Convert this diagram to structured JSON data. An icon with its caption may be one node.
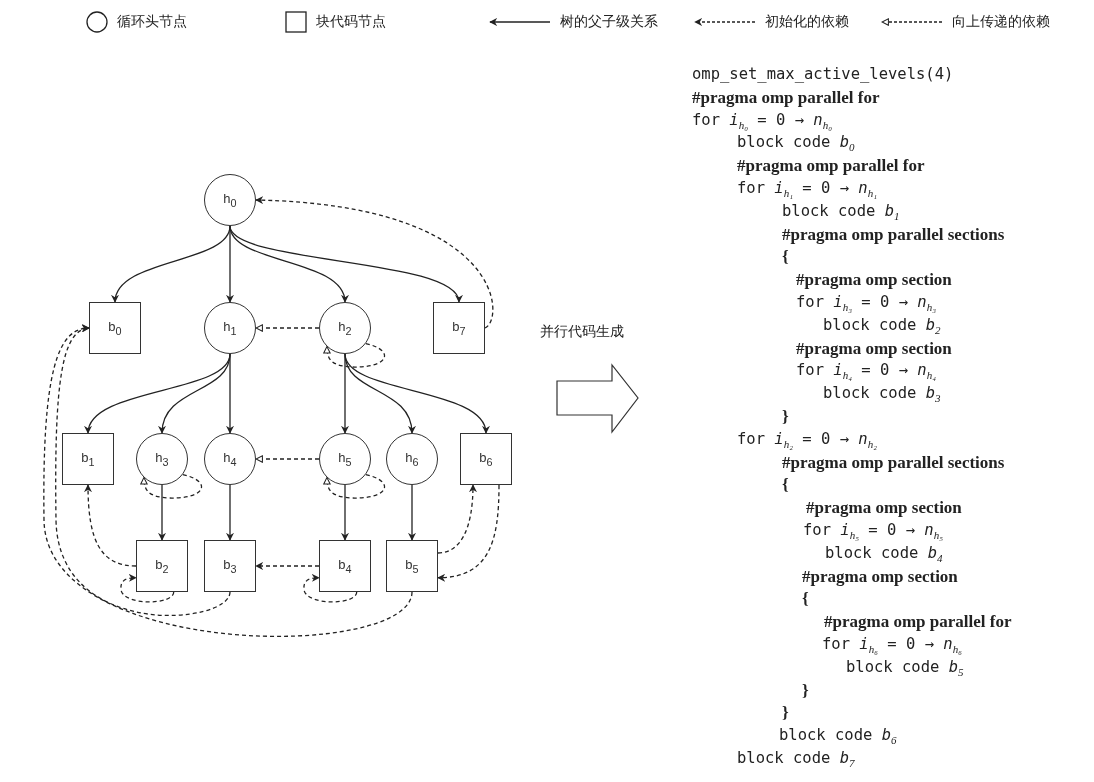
{
  "diagram": {
    "nodes": [
      {
        "text": [
          "h$_{0}$"
        ]
      },
      {
        "text": [
          "b$_{0}$"
        ]
      },
      {
        "text": [
          "h$_{1}$"
        ]
      },
      {
        "text": [
          "h$_{2}$"
        ]
      },
      {
        "text": [
          "b$_{7}$"
        ]
      },
      {
        "text": [
          "b$_{1}$"
        ]
      },
      {
        "text": [
          "h$_{3}$"
        ]
      },
      {
        "text": [
          "h$_{4}$"
        ]
      },
      {
        "text": [
          "h$_{5}$"
        ]
      },
      {
        "text": [
          "h$_{6}$"
        ]
      },
      {
        "text": [
          "b$_{6}$"
        ]
      },
      {
        "text": [
          "b$_{2}$"
        ]
      },
      {
        "text": [
          "b$_{3}$"
        ]
      },
      {
        "text": [
          "b$_{4}$"
        ]
      },
      {
        "text": [
          "b$_{5}$"
        ]
      }
    ],
    "edges": [
      {
        "from": 0,
        "to": 1,
        "arrow": "to"
      },
      {
        "from": 0,
        "to": 2,
        "arrow": "to"
      },
      {
        "from": 0,
        "to": 3,
        "arrow": "to"
      },
      {
        "from": 0,
        "to": 4,
        "arrow": "to"
      },
      {
        "from": 2,
        "to": 5,
        "arrow": "to"
      },
      {
        "from": 2,
        "to": 6,
        "arrow": "to"
      },
      {
        "from": 2,
        "to": 7,
        "arrow": "to"
      },
      {
        "from": 3,
        "to": 8,
        "arrow": "to"
      },
      {
        "from": 3,
        "to": 9,
        "arrow": "to"
      },
      {
        "from": 3,
        "to": 10,
        "arrow": "to"
      },
      {
        "from": 6,
        "to": 11,
        "arrow": "to"
      },
      {
        "from": 7,
        "to": 12,
        "arrow": "to"
      },
      {
        "from": 8,
        "to": 13,
        "arrow": "to"
      },
      {
        "from": 9,
        "to": 14,
        "arrow": "to"
      },
      {
        "from": 4,
        "to": 0,
        "arrow": "to",
        "style": "dashed"
      },
      {
        "from": 3,
        "to": 2,
        "arrow": "to",
        "style": "dashed"
      },
      {
        "from": 3,
        "to": 3,
        "arrow": "to",
        "style": "dashed"
      },
      {
        "from": 6,
        "to": 6,
        "arrow": "to",
        "style": "dashed"
      },
      {
        "from": 8,
        "to": 7,
        "arrow": "to",
        "style": "dashed"
      },
      {
        "from": 8,
        "to": 8,
        "arrow": "to",
        "style": "dashed"
      },
      {
        "from": 11,
        "to": 5,
        "arrow": "to",
        "style": "dashed"
      },
      {
        "from": 11,
        "to": 11,
        "arrow": "to",
        "style": "dashed"
      },
      {
        "from": 12,
        "to": 1,
        "arrow": "to",
        "style": "dashed"
      },
      {
        "from": 13,
        "to": 12,
        "arrow": "to",
        "style": "dashed"
      },
      {
        "from": 13,
        "to": 13,
        "arrow": "to",
        "style": "dashed"
      },
      {
        "from": 14,
        "to": 10,
        "arrow": "to",
        "style": "dashed"
      },
      {
        "from": 10,
        "to": 14,
        "arrow": "to",
        "style": "dashed"
      },
      {
        "from": 14,
        "to": 1,
        "arrow": "to",
        "style": "dashed"
      }
    ],
    "labels": [
      "并行代码生成",
      "omp_set_max_active_levels(4)",
      "#pragma omp parallel for",
      "for *i*$_{h₀}$ = 0 → *n*$_{h₀}$",
      "block code *b*$_{0}$",
      "#pragma omp parallel for",
      "for *i*$_{h₁}$ = 0 → *n*$_{h₁}$",
      "block code *b*$_{1}$",
      "#pragma omp parallel sections",
      "{",
      "#pragma omp section",
      "for *i*$_{h₃}$ = 0 → *n*$_{h₃}$",
      "block code *b*$_{2}$",
      "#pragma omp section",
      "for *i*$_{h₄}$ = 0 → *n*$_{h₄}$",
      "block code *b*$_{3}$",
      "}",
      "for *i*$_{h₂}$ = 0 → *n*$_{h₂}$",
      "#pragma omp parallel sections",
      "{",
      "#pragma omp section",
      "for *i*$_{h₅}$ = 0 → *n*$_{h₅}$",
      "block code *b*$_{4}$",
      "#pragma omp section",
      "{",
      "#pragma omp parallel for",
      "for *i*$_{h₆}$ = 0 → *n*$_{h₆}$",
      "block code *b*$_{5}$",
      "}",
      "}",
      "block code *b*$_{6}$",
      "block code *b*$_{7}$"
    ],
    "legend": [
      {
        "text": "循环头节点"
      },
      {
        "text": "块代码节点"
      },
      {
        "text": "树的父子级关系"
      },
      {
        "text": "初始化的依赖"
      },
      {
        "text": "向上传递的依赖"
      }
    ]
  }
}
